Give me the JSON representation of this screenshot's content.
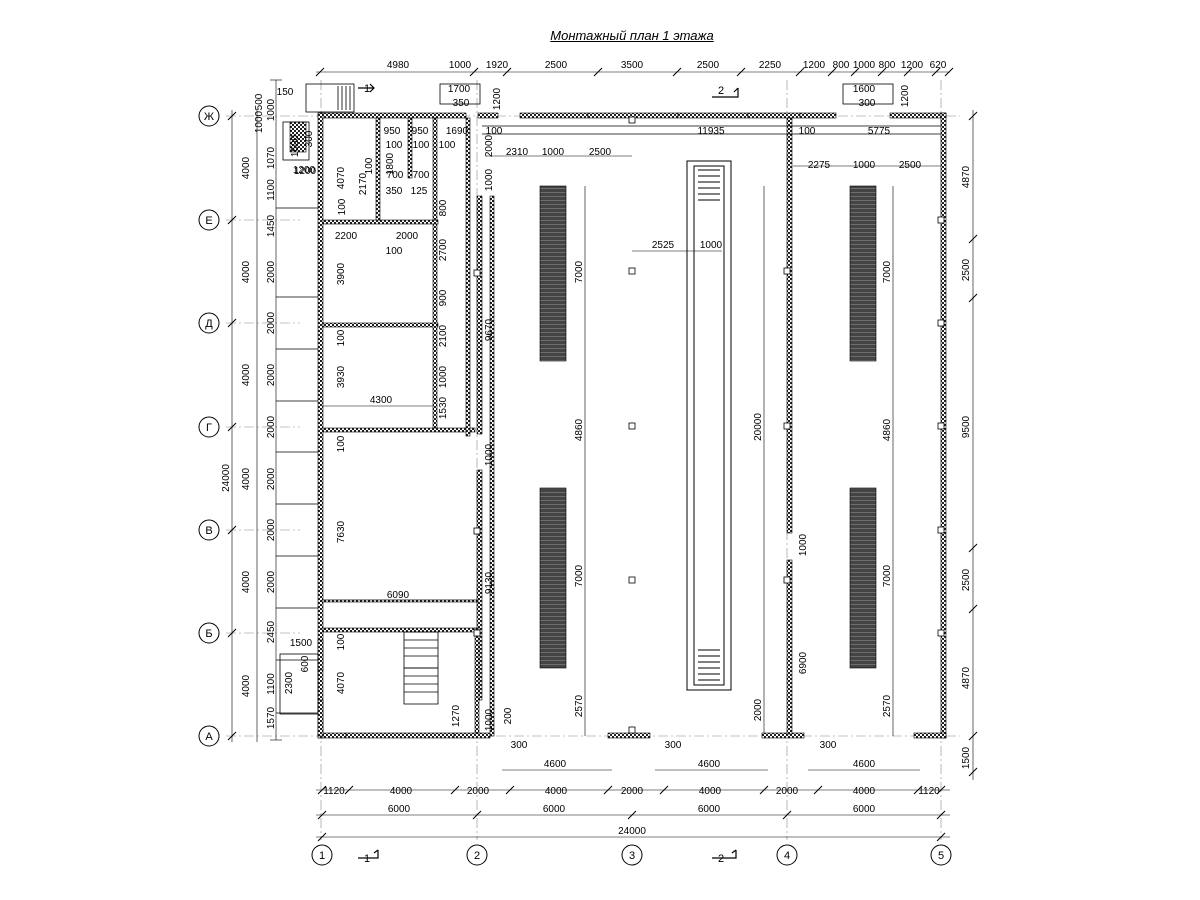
{
  "title": "Монтажный план 1 этажа",
  "axes_cols": [
    "1",
    "2",
    "3",
    "4",
    "5"
  ],
  "axes_rows": [
    "Ж",
    "Е",
    "Д",
    "Г",
    "В",
    "Б",
    "А"
  ],
  "section_marks": [
    "1",
    "2"
  ],
  "dims_top_chain": [
    "4980",
    "1000",
    "1920",
    "2500",
    "3500",
    "2500",
    "2250",
    "1200",
    "800",
    "1000",
    "800",
    "1200",
    "620"
  ],
  "dims_bottom_row1": [
    "1120",
    "4000",
    "2000",
    "4000",
    "2000",
    "4000",
    "2000",
    "4000",
    "1120"
  ],
  "dims_bottom_row2": [
    "6000",
    "6000",
    "6000",
    "6000"
  ],
  "dims_bottom_total": "24000",
  "dims_left_outer": [
    "4000",
    "4000",
    "4000",
    "4000",
    "4000",
    "4000"
  ],
  "dims_left_total": "24000",
  "dims_left_inner": [
    "500",
    "1000",
    "1070",
    "1100",
    "1450",
    "2000",
    "2000",
    "2000",
    "2000",
    "2000",
    "2000",
    "2000",
    "2450",
    "1100",
    "1570"
  ],
  "dims_right_outer": [
    "4870",
    "2500",
    "9500",
    "2500",
    "4870",
    "1500"
  ],
  "dims_misc": {
    "stair_top_150": "150",
    "d1700": "1700",
    "d350a": "350",
    "d1200a": "1200",
    "d1600a": "1600",
    "d300a": "300",
    "d1200b": "1200",
    "d1600b": "1600",
    "d300b": "300",
    "d1200c": "1200",
    "d950a": "950",
    "d950b": "950",
    "d1690": "1690",
    "d100a": "100",
    "d11935": "11935",
    "d100b": "100",
    "d5775": "5775",
    "d100c": "100",
    "d100d": "100",
    "d100e": "100",
    "d1800": "1800",
    "d100f": "100",
    "d2000a": "2000",
    "d2310": "2310",
    "d1000a": "1000",
    "d2500a": "2500",
    "d2275": "2275",
    "d1000b": "1000",
    "d2500b": "2500",
    "d4070a": "4070",
    "d2170": "2170",
    "d700a": "700",
    "d700b": "700",
    "d350b": "350",
    "d125": "125",
    "d100g": "100",
    "d1000c": "1000",
    "d800": "800",
    "d2200": "2200",
    "d2000b": "2000",
    "d100h": "100",
    "d2700": "2700",
    "d3900": "3900",
    "d900": "900",
    "d9670": "9670",
    "d2525": "2525",
    "d1000d": "1000",
    "d7000a": "7000",
    "d7000b": "7000",
    "d100i": "100",
    "d2100": "2100",
    "d1000e": "1000",
    "d3930": "3930",
    "d4300": "4300",
    "d1530": "1530",
    "d4860a": "4860",
    "d20000": "20000",
    "d4860b": "4860",
    "d100j": "100",
    "d1000f": "1000",
    "d7630": "7630",
    "d1000g": "1000",
    "d6090": "6090",
    "d9130": "9130",
    "d7000c": "7000",
    "d7000d": "7000",
    "d6900": "6900",
    "d100k": "100",
    "d1500": "1500",
    "d600": "600",
    "d2300": "2300",
    "d4070b": "4070",
    "d2570a": "2570",
    "d2000c": "2000",
    "d2570b": "2570",
    "d1270": "1270",
    "d1000h": "1000",
    "d200": "200",
    "d300c": "300",
    "d300d": "300",
    "d300e": "300",
    "d4600a": "4600",
    "d4600b": "4600",
    "d4600c": "4600",
    "d1200d": "1200",
    "d1000i": "1000"
  }
}
